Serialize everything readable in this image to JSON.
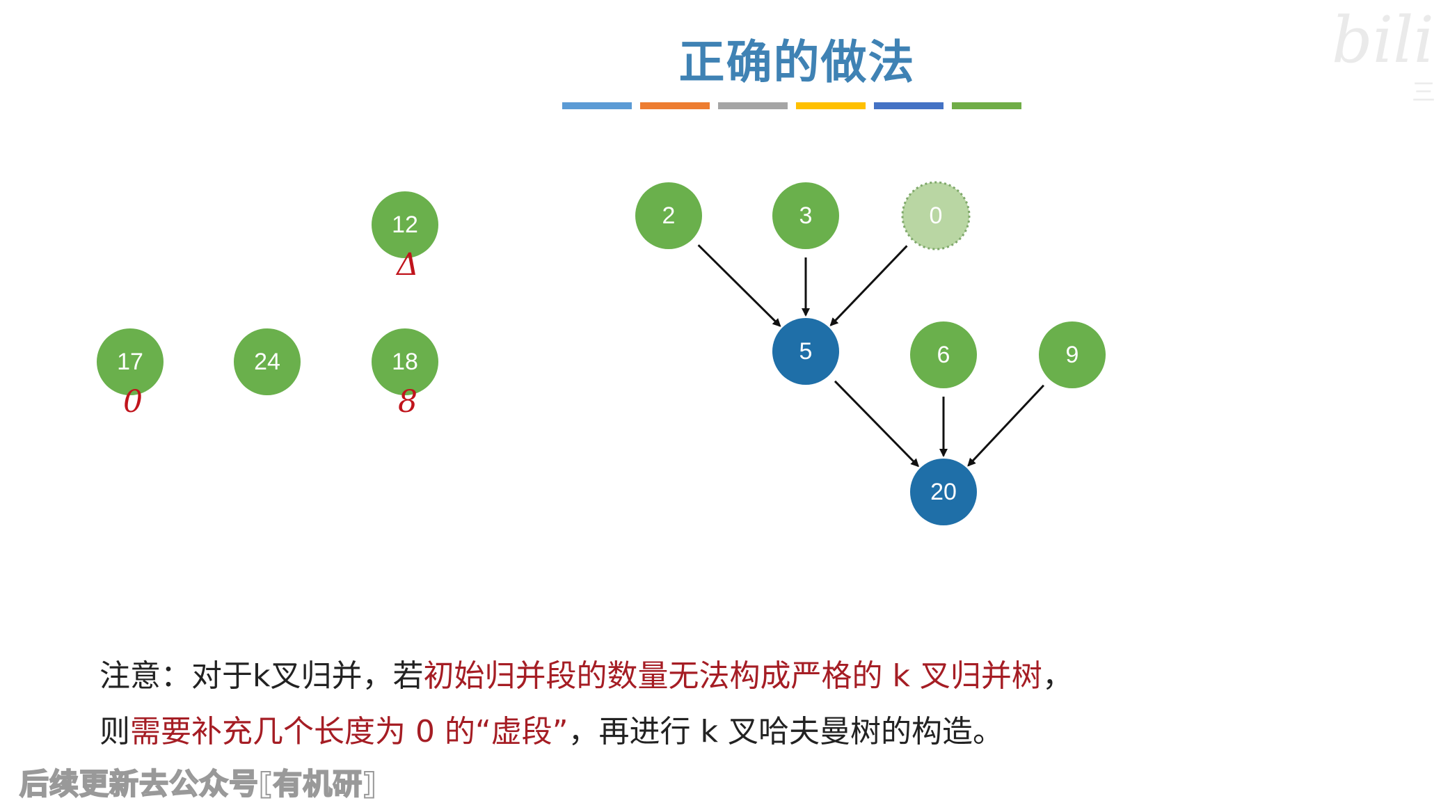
{
  "title": "正确的做法",
  "color_bar": [
    "#5b9bd5",
    "#ed7d31",
    "#a5a5a5",
    "#ffc000",
    "#4472c4",
    "#70ad47"
  ],
  "colors": {
    "leaf": "#6ab04c",
    "merged": "#1f6fa8",
    "virtual": "#b9d6a3",
    "annotation": "#c0141c"
  },
  "left_nodes": [
    {
      "label": "12",
      "annotation": "Δ"
    },
    {
      "label": "17",
      "annotation": "0"
    },
    {
      "label": "24",
      "annotation": ""
    },
    {
      "label": "18",
      "annotation": "8"
    }
  ],
  "tree_nodes": [
    {
      "label": "2",
      "kind": "leaf"
    },
    {
      "label": "3",
      "kind": "leaf"
    },
    {
      "label": "0",
      "kind": "virtual"
    },
    {
      "label": "5",
      "kind": "merged"
    },
    {
      "label": "6",
      "kind": "leaf"
    },
    {
      "label": "9",
      "kind": "leaf"
    },
    {
      "label": "20",
      "kind": "merged"
    }
  ],
  "tree_edges": [
    {
      "from": "2",
      "to": "5"
    },
    {
      "from": "3",
      "to": "5"
    },
    {
      "from": "0",
      "to": "5"
    },
    {
      "from": "5",
      "to": "20"
    },
    {
      "from": "6",
      "to": "20"
    },
    {
      "from": "9",
      "to": "20"
    }
  ],
  "note": {
    "line1_prefix": "注意：对于k叉归并，若",
    "line1_red": "初始归并段的数量无法构成严格的 k 叉归并树",
    "line1_suffix": "，",
    "line2_prefix": "则",
    "line2_red": "需要补充几个长度为 0 的“虚段”",
    "line2_suffix": "，再进行 k 叉哈夫曼树的构造。"
  },
  "watermark": {
    "bottom": "后续更新去公众号[有机研]",
    "logo": "bili",
    "logo_sub": "三"
  }
}
